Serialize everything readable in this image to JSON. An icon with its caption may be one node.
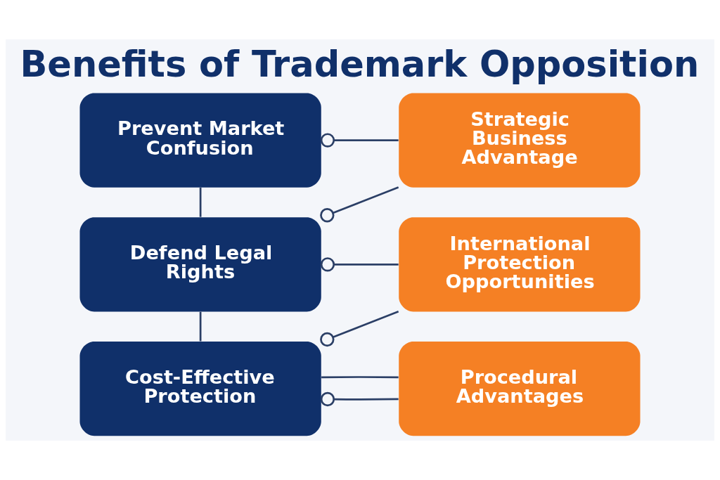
{
  "diagram": {
    "title": "Benefits of Trademark Opposition",
    "nodes": [
      {
        "text": [
          "Prevent Market Confusion"
        ]
      },
      {
        "text": [
          "Defend Legal Rights"
        ]
      },
      {
        "text": [
          "Cost-Effective Protection"
        ]
      },
      {
        "text": [
          "Strategic Business Advantage"
        ]
      },
      {
        "text": [
          "International Protection Opportunities"
        ]
      },
      {
        "text": [
          "Procedural Advantages"
        ]
      }
    ],
    "edges": [
      {
        "from": 0,
        "to": 3,
        "arrow": "other"
      },
      {
        "from": 0,
        "to": 1,
        "arrow": "none"
      },
      {
        "from": 1,
        "to": 3,
        "arrow": "other"
      },
      {
        "from": 1,
        "to": 4,
        "arrow": "other"
      },
      {
        "from": 1,
        "to": 2,
        "arrow": "none"
      },
      {
        "from": 2,
        "to": 4,
        "arrow": "other"
      },
      {
        "from": 2,
        "to": 5,
        "arrow": "other"
      },
      {
        "from": 2,
        "to": 5,
        "arrow": "none"
      }
    ]
  }
}
